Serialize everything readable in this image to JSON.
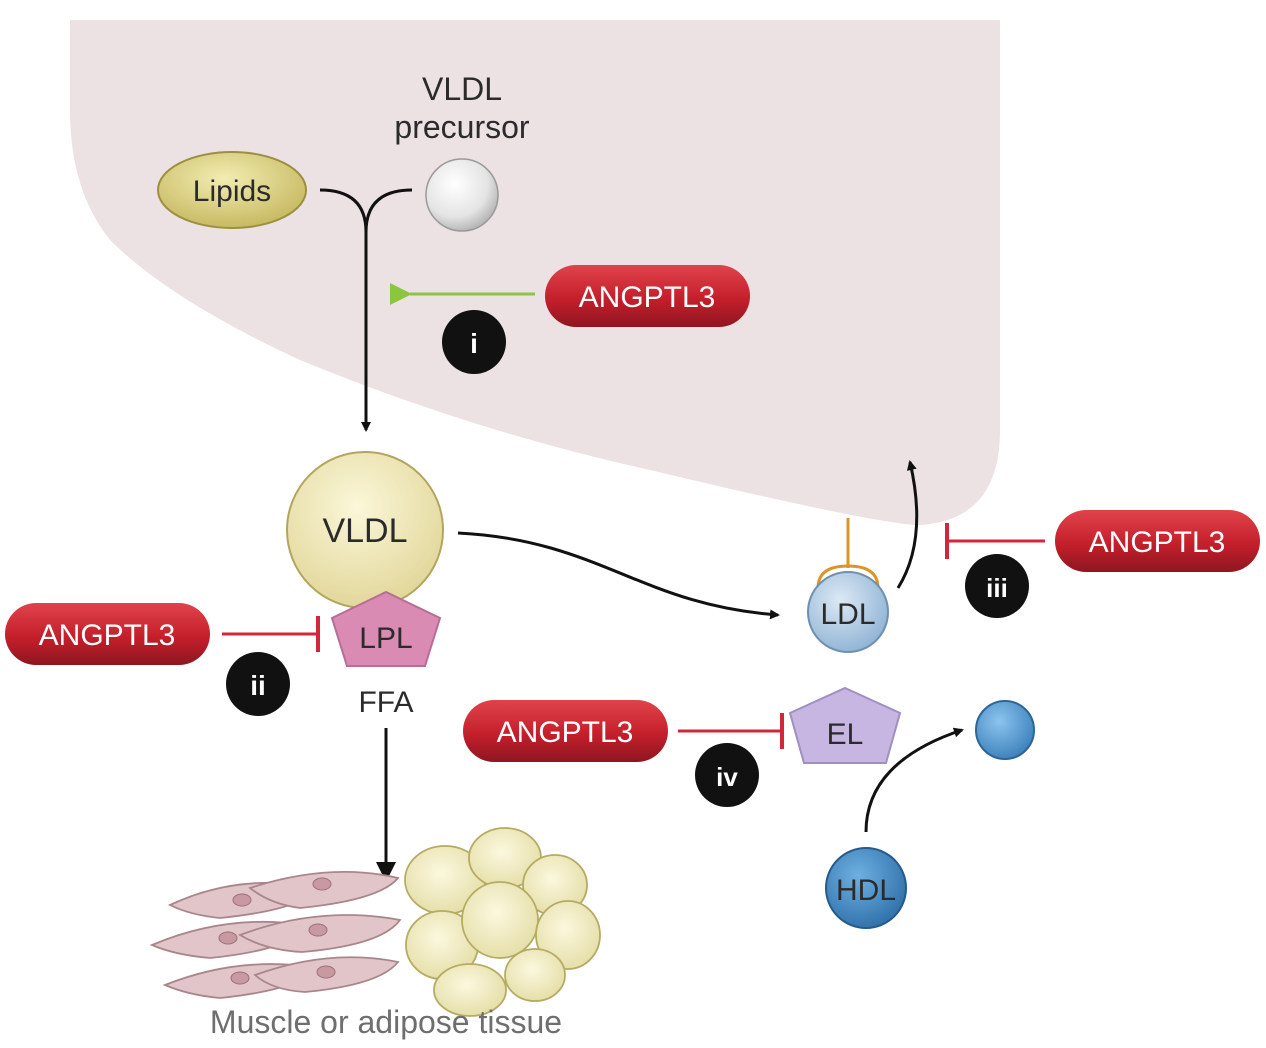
{
  "labels": {
    "vldl_precursor_line1": "VLDL",
    "vldl_precursor_line2": "precursor",
    "lipids": "Lipids",
    "vldl": "VLDL",
    "lpl": "LPL",
    "ffa": "FFA",
    "ldl": "LDL",
    "el": "EL",
    "hdl": "HDL",
    "tissue": "Muscle or adipose tissue"
  },
  "angptl3": {
    "i": "ANGPTL3",
    "ii": "ANGPTL3",
    "iii": "ANGPTL3",
    "iv": "ANGPTL3"
  },
  "steps": {
    "i": "i",
    "ii": "ii",
    "iii": "iii",
    "iv": "iv"
  },
  "colors": {
    "hepatocyte_fill": "#ece1e3",
    "angptl3_red": "#c8202e",
    "activation_green": "#8cc63f",
    "inhibition_red": "#d0273a",
    "lipid_yellow": "#d6cc78",
    "vldl_cream": "#efe7b2",
    "lpl_pink": "#d98bb4",
    "el_lavender": "#c7b6e2",
    "ldl_blue": "#a9c8e4",
    "hdl_blue": "#3a86c4",
    "receptor_orange": "#d9962b"
  }
}
